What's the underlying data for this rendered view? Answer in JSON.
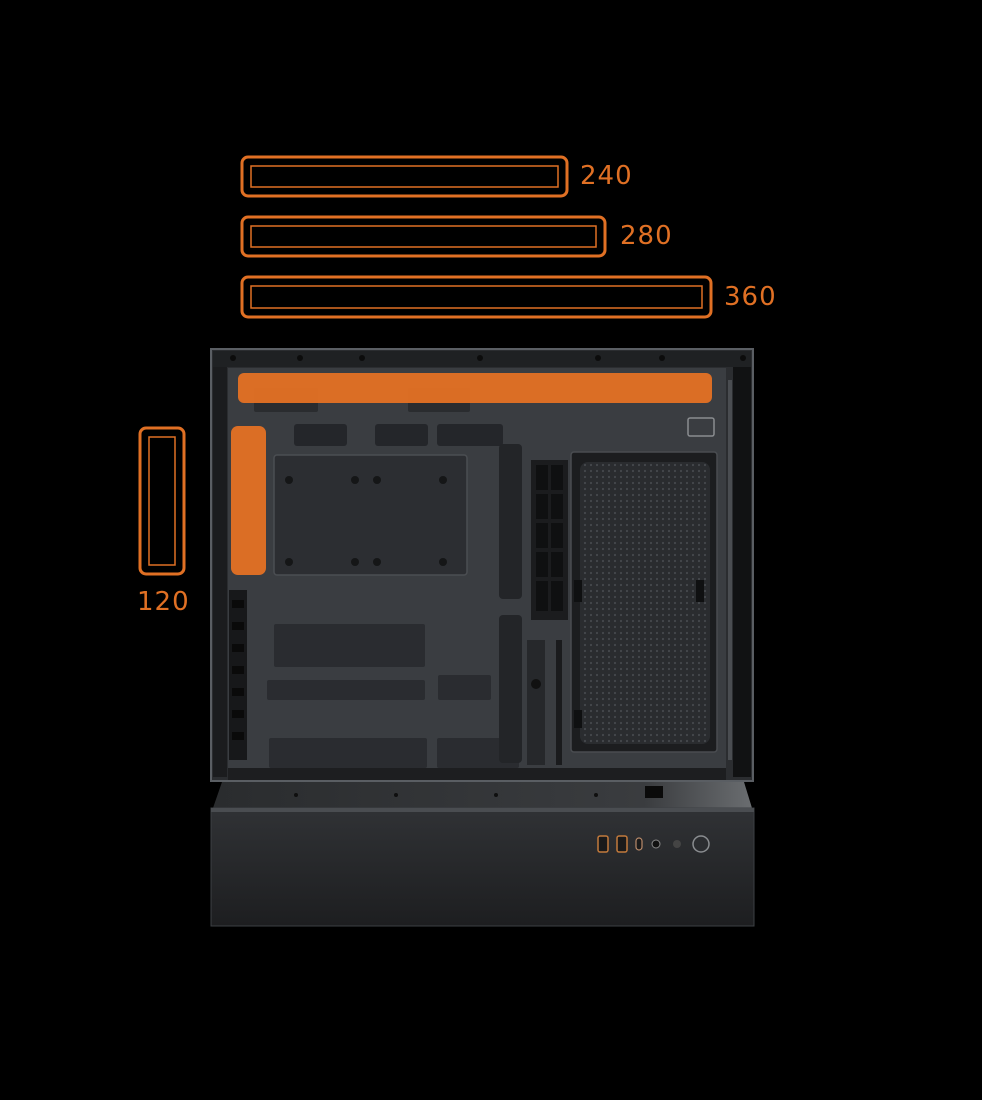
{
  "colors": {
    "background": "#000000",
    "accent": "#e07024",
    "case_body": "#2e3033",
    "case_panel": "#3a3d41",
    "case_dark": "#1f2123",
    "case_edge": "#55595e"
  },
  "radiators": {
    "top": [
      {
        "label": "240"
      },
      {
        "label": "280"
      },
      {
        "label": "360"
      }
    ],
    "side": {
      "label": "120"
    }
  }
}
